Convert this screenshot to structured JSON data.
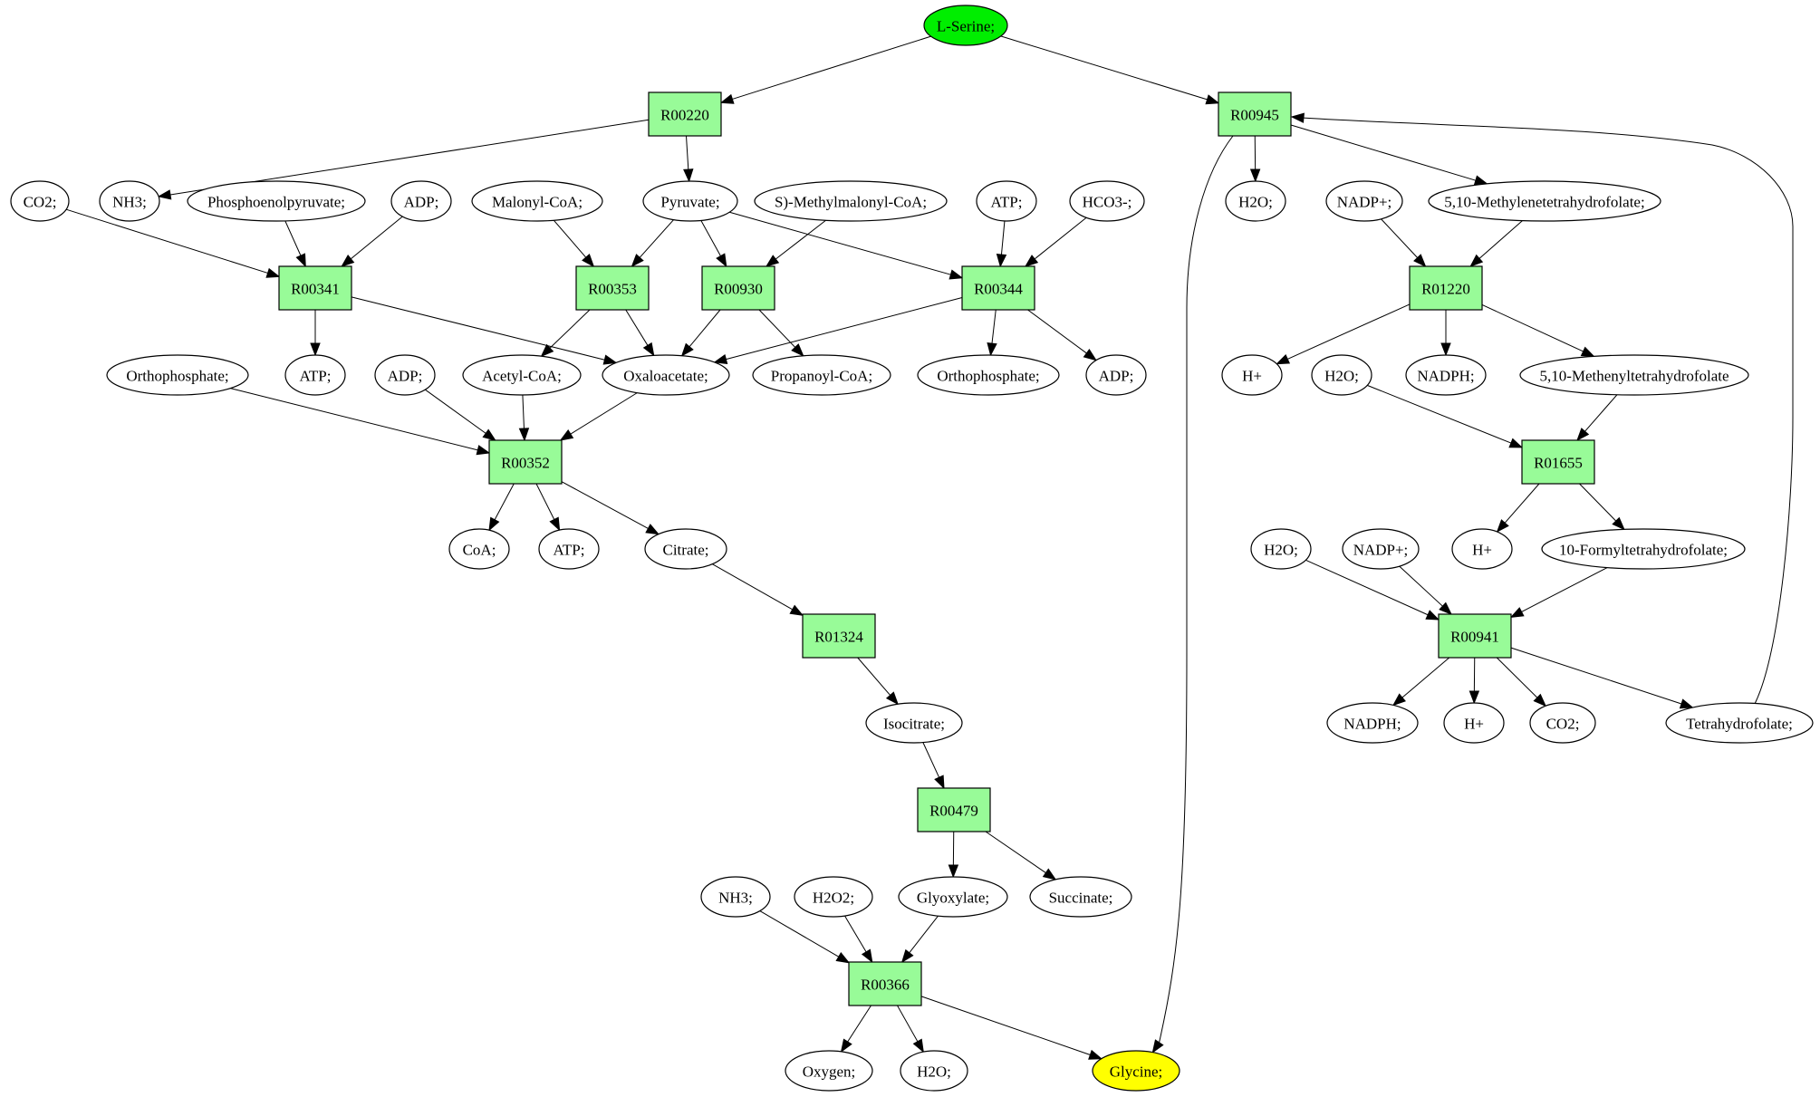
{
  "diagram": {
    "title": "L-Serine to Glycine pathway graph",
    "colors": {
      "reaction_fill": "#98FB98",
      "compound_fill": "#FFFFFF",
      "source_fill": "#00EE00",
      "target_fill": "#FFFF00",
      "stroke": "#000000"
    },
    "nodes": [
      {
        "id": "serine",
        "label": "L-Serine;",
        "kind": "source"
      },
      {
        "id": "R00220",
        "label": "R00220",
        "kind": "reaction"
      },
      {
        "id": "R00945",
        "label": "R00945",
        "kind": "reaction"
      },
      {
        "id": "co2_a",
        "label": "CO2;",
        "kind": "compound"
      },
      {
        "id": "nh3_a",
        "label": "NH3;",
        "kind": "compound"
      },
      {
        "id": "pep",
        "label": "Phosphoenolpyruvate;",
        "kind": "compound"
      },
      {
        "id": "adp_a",
        "label": "ADP;",
        "kind": "compound"
      },
      {
        "id": "malonyl",
        "label": "Malonyl-CoA;",
        "kind": "compound"
      },
      {
        "id": "pyruvate",
        "label": "Pyruvate;",
        "kind": "compound"
      },
      {
        "id": "smethyl",
        "label": "S)-Methylmalonyl-CoA;",
        "kind": "compound"
      },
      {
        "id": "atp_a",
        "label": "ATP;",
        "kind": "compound"
      },
      {
        "id": "hco3",
        "label": "HCO3-;",
        "kind": "compound"
      },
      {
        "id": "h2o_a",
        "label": "H2O;",
        "kind": "compound"
      },
      {
        "id": "nadp_a",
        "label": "NADP+;",
        "kind": "compound"
      },
      {
        "id": "methylene",
        "label": "5,10-Methylenetetrahydrofolate;",
        "kind": "compound"
      },
      {
        "id": "R00341",
        "label": "R00341",
        "kind": "reaction"
      },
      {
        "id": "R00353",
        "label": "R00353",
        "kind": "reaction"
      },
      {
        "id": "R00930",
        "label": "R00930",
        "kind": "reaction"
      },
      {
        "id": "R00344",
        "label": "R00344",
        "kind": "reaction"
      },
      {
        "id": "R01220",
        "label": "R01220",
        "kind": "reaction"
      },
      {
        "id": "ortho_a",
        "label": "Orthophosphate;",
        "kind": "compound"
      },
      {
        "id": "atp_b",
        "label": "ATP;",
        "kind": "compound"
      },
      {
        "id": "adp_b",
        "label": "ADP;",
        "kind": "compound"
      },
      {
        "id": "acetyl",
        "label": "Acetyl-CoA;",
        "kind": "compound"
      },
      {
        "id": "oxalo",
        "label": "Oxaloacetate;",
        "kind": "compound"
      },
      {
        "id": "propanoyl",
        "label": "Propanoyl-CoA;",
        "kind": "compound"
      },
      {
        "id": "ortho_b",
        "label": "Orthophosphate;",
        "kind": "compound"
      },
      {
        "id": "adp_c",
        "label": "ADP;",
        "kind": "compound"
      },
      {
        "id": "hplus_a",
        "label": "H+",
        "kind": "compound"
      },
      {
        "id": "h2o_b",
        "label": "H2O;",
        "kind": "compound"
      },
      {
        "id": "nadph_a",
        "label": "NADPH;",
        "kind": "compound"
      },
      {
        "id": "methenyl",
        "label": "5,10-Methenyltetrahydrofolate",
        "kind": "compound"
      },
      {
        "id": "R00352",
        "label": "R00352",
        "kind": "reaction"
      },
      {
        "id": "R01655",
        "label": "R01655",
        "kind": "reaction"
      },
      {
        "id": "coa",
        "label": "CoA;",
        "kind": "compound"
      },
      {
        "id": "atp_c",
        "label": "ATP;",
        "kind": "compound"
      },
      {
        "id": "citrate",
        "label": "Citrate;",
        "kind": "compound"
      },
      {
        "id": "h2o_c",
        "label": "H2O;",
        "kind": "compound"
      },
      {
        "id": "nadp_b",
        "label": "NADP+;",
        "kind": "compound"
      },
      {
        "id": "hplus_b",
        "label": "H+",
        "kind": "compound"
      },
      {
        "id": "formyl",
        "label": "10-Formyltetrahydrofolate;",
        "kind": "compound"
      },
      {
        "id": "R01324",
        "label": "R01324",
        "kind": "reaction"
      },
      {
        "id": "R00941",
        "label": "R00941",
        "kind": "reaction"
      },
      {
        "id": "isocitrate",
        "label": "Isocitrate;",
        "kind": "compound"
      },
      {
        "id": "nadph_b",
        "label": "NADPH;",
        "kind": "compound"
      },
      {
        "id": "hplus_c",
        "label": "H+",
        "kind": "compound"
      },
      {
        "id": "co2_b",
        "label": "CO2;",
        "kind": "compound"
      },
      {
        "id": "thf",
        "label": "Tetrahydrofolate;",
        "kind": "compound"
      },
      {
        "id": "R00479",
        "label": "R00479",
        "kind": "reaction"
      },
      {
        "id": "nh3_b",
        "label": "NH3;",
        "kind": "compound"
      },
      {
        "id": "h2o2",
        "label": "H2O2;",
        "kind": "compound"
      },
      {
        "id": "glyoxylate",
        "label": "Glyoxylate;",
        "kind": "compound"
      },
      {
        "id": "succinate",
        "label": "Succinate;",
        "kind": "compound"
      },
      {
        "id": "R00366",
        "label": "R00366",
        "kind": "reaction"
      },
      {
        "id": "oxygen",
        "label": "Oxygen;",
        "kind": "compound"
      },
      {
        "id": "h2o_d",
        "label": "H2O;",
        "kind": "compound"
      },
      {
        "id": "glycine",
        "label": "Glycine;",
        "kind": "target"
      }
    ],
    "edges": [
      {
        "from": "serine",
        "to": "R00220"
      },
      {
        "from": "serine",
        "to": "R00945"
      },
      {
        "from": "R00220",
        "to": "nh3_a"
      },
      {
        "from": "R00220",
        "to": "pyruvate"
      },
      {
        "from": "co2_a",
        "to": "R00341"
      },
      {
        "from": "pep",
        "to": "R00341"
      },
      {
        "from": "adp_a",
        "to": "R00341"
      },
      {
        "from": "malonyl",
        "to": "R00353"
      },
      {
        "from": "pyruvate",
        "to": "R00353"
      },
      {
        "from": "pyruvate",
        "to": "R00930"
      },
      {
        "from": "pyruvate",
        "to": "R00344"
      },
      {
        "from": "smethyl",
        "to": "R00930"
      },
      {
        "from": "atp_a",
        "to": "R00344"
      },
      {
        "from": "hco3",
        "to": "R00344"
      },
      {
        "from": "R00341",
        "to": "atp_b"
      },
      {
        "from": "R00341",
        "to": "oxalo"
      },
      {
        "from": "R00353",
        "to": "acetyl"
      },
      {
        "from": "R00353",
        "to": "oxalo"
      },
      {
        "from": "R00930",
        "to": "oxalo"
      },
      {
        "from": "R00930",
        "to": "propanoyl"
      },
      {
        "from": "R00344",
        "to": "oxalo"
      },
      {
        "from": "R00344",
        "to": "ortho_b"
      },
      {
        "from": "R00344",
        "to": "adp_c"
      },
      {
        "from": "ortho_a",
        "to": "R00352"
      },
      {
        "from": "adp_b",
        "to": "R00352"
      },
      {
        "from": "acetyl",
        "to": "R00352"
      },
      {
        "from": "oxalo",
        "to": "R00352"
      },
      {
        "from": "R00352",
        "to": "coa"
      },
      {
        "from": "R00352",
        "to": "atp_c"
      },
      {
        "from": "R00352",
        "to": "citrate"
      },
      {
        "from": "citrate",
        "to": "R01324"
      },
      {
        "from": "R01324",
        "to": "isocitrate"
      },
      {
        "from": "isocitrate",
        "to": "R00479"
      },
      {
        "from": "R00479",
        "to": "glyoxylate"
      },
      {
        "from": "R00479",
        "to": "succinate"
      },
      {
        "from": "nh3_b",
        "to": "R00366"
      },
      {
        "from": "h2o2",
        "to": "R00366"
      },
      {
        "from": "glyoxylate",
        "to": "R00366"
      },
      {
        "from": "R00366",
        "to": "oxygen"
      },
      {
        "from": "R00366",
        "to": "h2o_d"
      },
      {
        "from": "R00366",
        "to": "glycine"
      },
      {
        "from": "R00945",
        "to": "h2o_a"
      },
      {
        "from": "R00945",
        "to": "methylene"
      },
      {
        "from": "R00945",
        "to": "glycine",
        "curve": "left-drop"
      },
      {
        "from": "nadp_a",
        "to": "R01220"
      },
      {
        "from": "methylene",
        "to": "R01220"
      },
      {
        "from": "R01220",
        "to": "hplus_a"
      },
      {
        "from": "R01220",
        "to": "nadph_a"
      },
      {
        "from": "R01220",
        "to": "methenyl"
      },
      {
        "from": "h2o_b",
        "to": "R01655"
      },
      {
        "from": "methenyl",
        "to": "R01655"
      },
      {
        "from": "R01655",
        "to": "hplus_b"
      },
      {
        "from": "R01655",
        "to": "formyl"
      },
      {
        "from": "h2o_c",
        "to": "R00941"
      },
      {
        "from": "nadp_b",
        "to": "R00941"
      },
      {
        "from": "formyl",
        "to": "R00941"
      },
      {
        "from": "R00941",
        "to": "nadph_b"
      },
      {
        "from": "R00941",
        "to": "hplus_c"
      },
      {
        "from": "R00941",
        "to": "co2_b"
      },
      {
        "from": "R00941",
        "to": "thf"
      },
      {
        "from": "thf",
        "to": "R00945",
        "curve": "right-loop"
      }
    ]
  }
}
